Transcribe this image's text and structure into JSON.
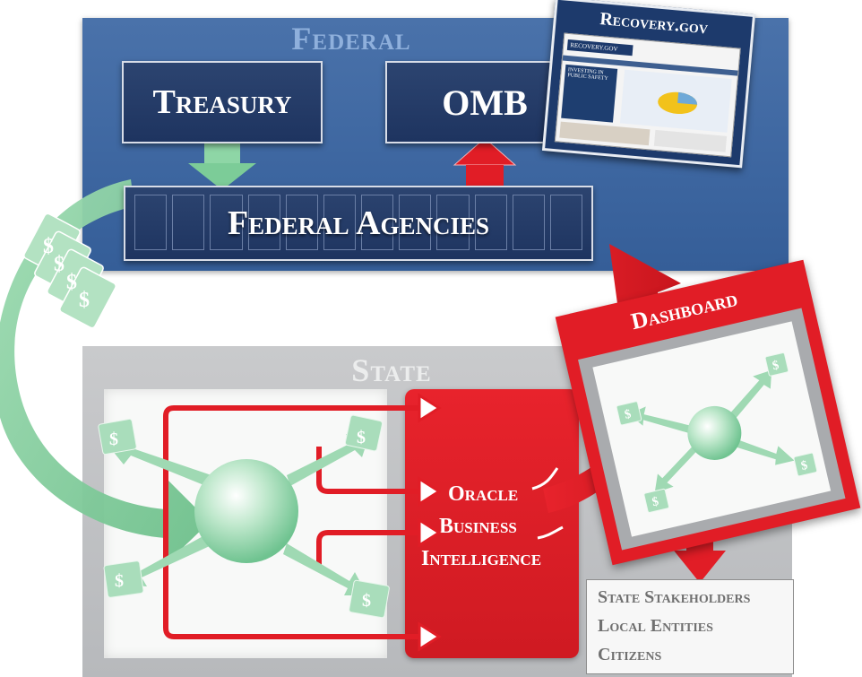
{
  "federal": {
    "title": "Federal",
    "treasury": "Treasury",
    "omb": "OMB",
    "agencies": "Federal Agencies"
  },
  "recovery": {
    "title": "Recovery.gov",
    "logo_text": "RECOVERY.GOV",
    "headline": "INVESTING IN PUBLIC SAFETY"
  },
  "state": {
    "title": "State"
  },
  "oracle": {
    "line1": "Oracle",
    "line2": "Business",
    "line3": "Intelligence"
  },
  "dashboard": {
    "title": "Dashboard"
  },
  "stakeholders": {
    "line1": "State Stakeholders",
    "line2": "Local Entities",
    "line3": "Citizens"
  },
  "icons": {
    "money": "dollar-bill-icon",
    "hub": "distribution-hub-icon"
  },
  "colors": {
    "federal_blue": "#3d66a0",
    "dark_navy": "#1e3460",
    "red": "#e11d26",
    "green": "#7fcf9c",
    "gray": "#b7b9bc"
  }
}
